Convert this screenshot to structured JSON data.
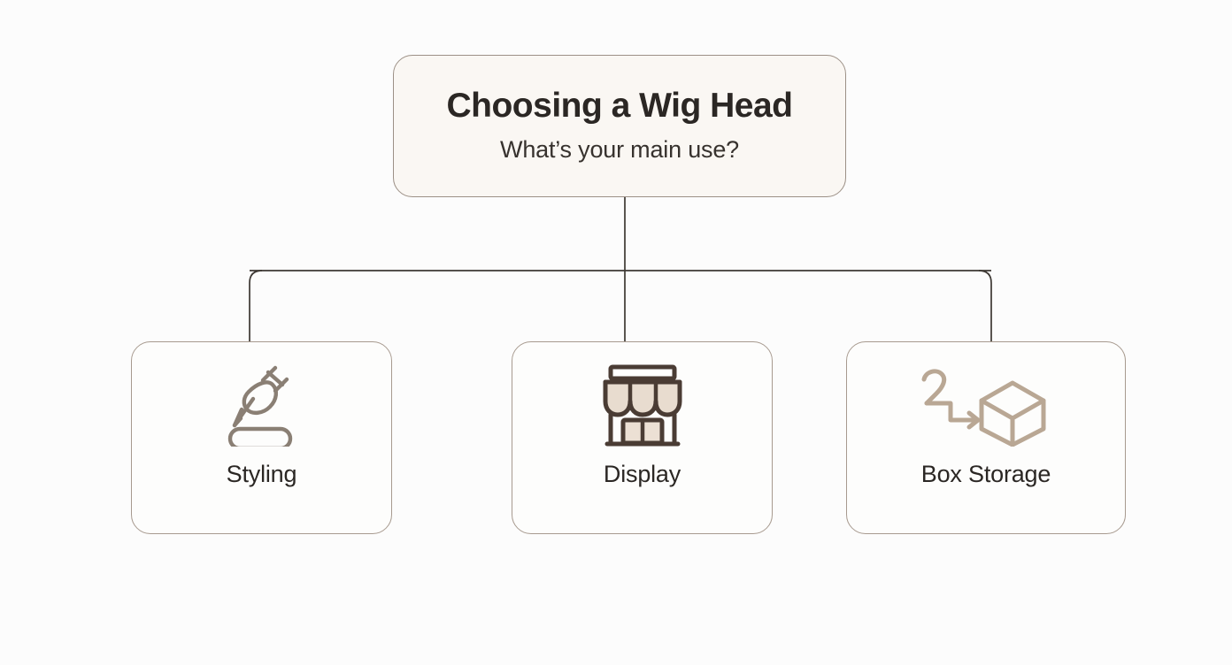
{
  "page": {
    "background_color": "#fcfcfc",
    "type": "decision-tree-diagram"
  },
  "root": {
    "title": "Choosing a Wig Head",
    "subtitle": "What’s your main use?",
    "fill_color": "#faf7f3",
    "border_color": "#9c9086",
    "title_color": "#2b2724"
  },
  "connectors": {
    "stroke_color": "#3d3833",
    "stroke_width": 1.6,
    "corner_radius": 14
  },
  "options": [
    {
      "id": "styling",
      "label": "Styling",
      "icon": "pushpin-stand-icon",
      "icon_color": "#8a7f74",
      "border_color": "#a79a8f",
      "fill_color": "#fdfdfc"
    },
    {
      "id": "display",
      "label": "Display",
      "icon": "storefront-icon",
      "icon_color": "#4a3c34",
      "icon_fill": "#ece0d4",
      "border_color": "#a79a8f",
      "fill_color": "#fdfdfc"
    },
    {
      "id": "box-storage",
      "label": "Box Storage",
      "icon": "arrow-into-box-icon",
      "icon_color": "#b9a794",
      "icon_glyph_number": "2",
      "border_color": "#a79a8f",
      "fill_color": "#fdfdfc"
    }
  ]
}
